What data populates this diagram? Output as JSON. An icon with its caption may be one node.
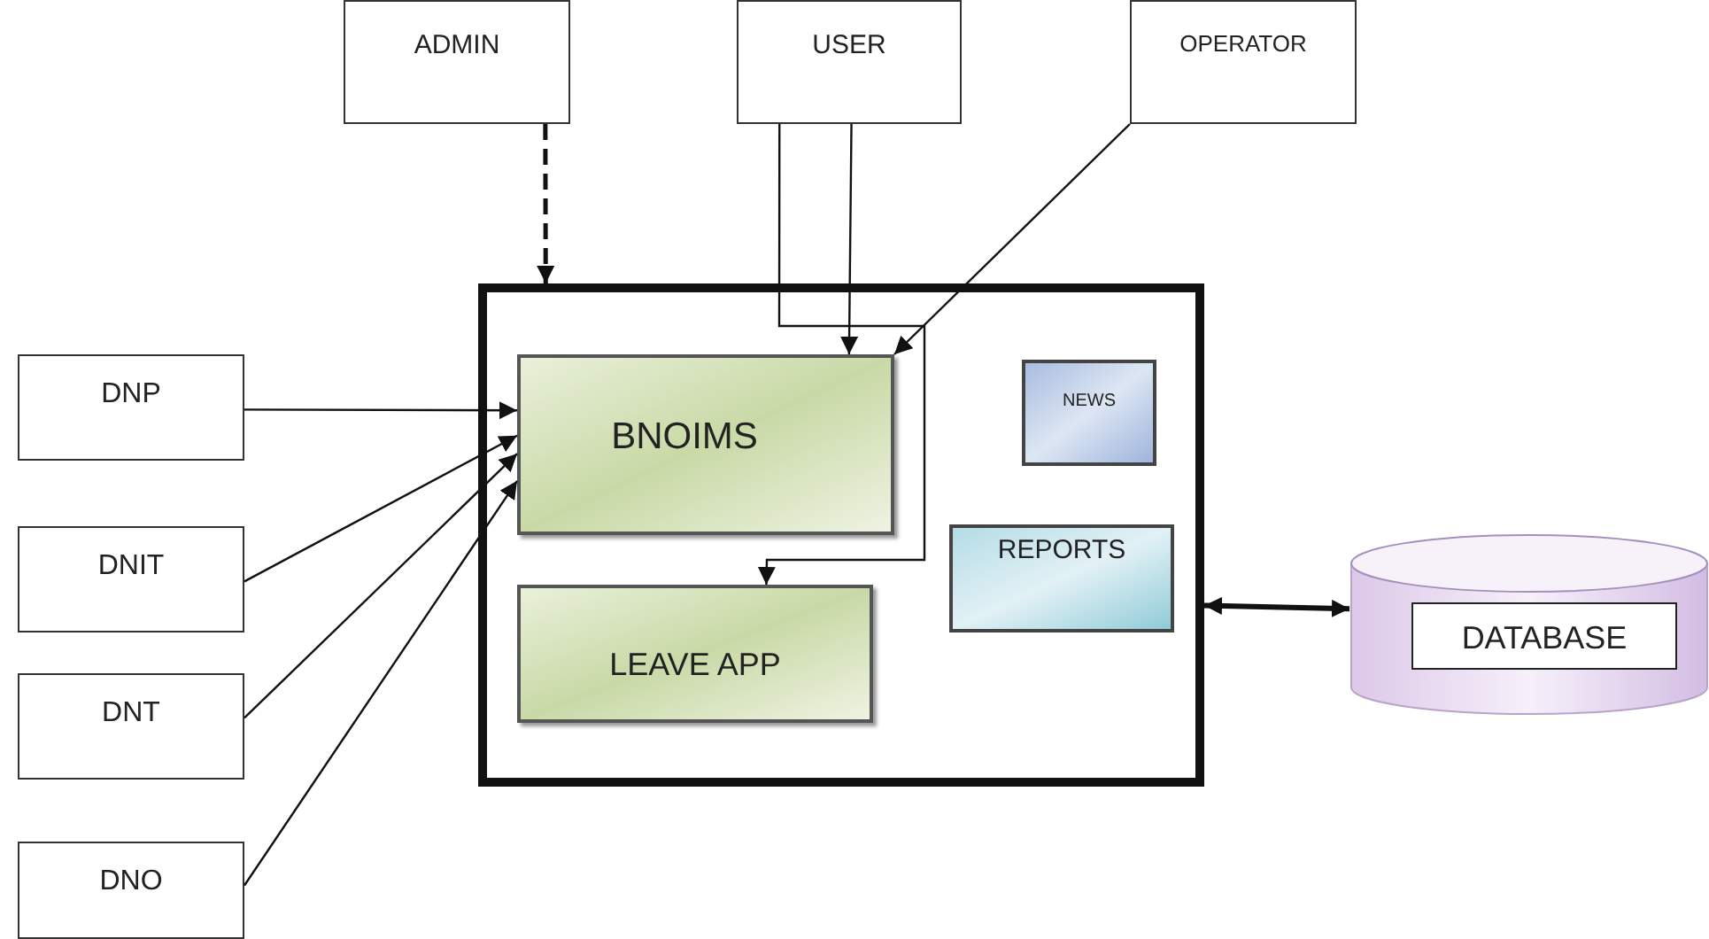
{
  "diagram": {
    "nodes": [
      {
        "text": [
          "ADMIN"
        ]
      },
      {
        "text": [
          "USER"
        ]
      },
      {
        "text": [
          "OPERATOR"
        ]
      },
      {
        "text": [],
        "shape": "box"
      },
      {
        "text": [
          "BNOIMS"
        ],
        "in": 3
      },
      {
        "text": [
          "NEWS"
        ],
        "in": 3
      },
      {
        "text": [
          "LEAVE APP"
        ],
        "in": 3
      },
      {
        "text": [
          "REPORTS"
        ],
        "in": 3
      },
      {
        "text": [
          "DNP"
        ]
      },
      {
        "text": [
          "DNIT"
        ]
      },
      {
        "text": [
          "DNT"
        ]
      },
      {
        "text": [
          "DNO"
        ]
      },
      {
        "text": [],
        "shape": "cylinder"
      },
      {
        "text": [
          "DATABASE"
        ],
        "in": 12
      }
    ],
    "edges": [
      {
        "from": 0,
        "to": 3,
        "arrow": "to",
        "style": "dashed"
      },
      {
        "from": 1,
        "to": 4,
        "arrow": "to"
      },
      {
        "from": 1,
        "to": 6,
        "arrow": "to"
      },
      {
        "from": 2,
        "to": 4,
        "arrow": "to"
      },
      {
        "from": 8,
        "to": 4,
        "arrow": "to"
      },
      {
        "from": 9,
        "to": 4,
        "arrow": "to"
      },
      {
        "from": 10,
        "to": 4,
        "arrow": "to"
      },
      {
        "from": 11,
        "to": 4,
        "arrow": "to"
      },
      {
        "from": 3,
        "to": 12,
        "arrow": "both",
        "style": "thick"
      }
    ]
  }
}
